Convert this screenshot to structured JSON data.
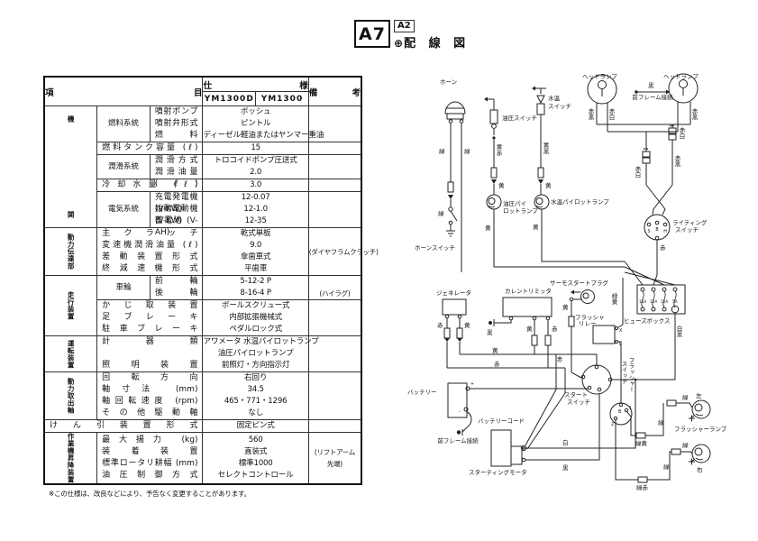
{
  "page": {
    "tag_main": "A7",
    "tag_sub": "A2",
    "mark": "⊕",
    "title": "配 線 図"
  },
  "table": {
    "header": {
      "item": "項目",
      "spec": "仕様",
      "model_d": "YM1300D",
      "model": "YM1300",
      "remarks": "備考"
    },
    "rows": [
      {
        "sec": "機関",
        "sub": "燃料系統",
        "i0": "噴射ポンプ",
        "i1": "噴射弁形式",
        "i2": "燃料",
        "v0": "ボッシュ",
        "v1": "ピントル",
        "v2": "ディーゼル軽油またはヤンマー重油"
      },
      {
        "i0": "燃料タンク容量 (ℓ)",
        "v0": "15"
      },
      {
        "sub": "潤滑系統",
        "i0": "潤滑方式",
        "i1": "潤滑油量 (ℓ)",
        "v0": "トロコイドポンプ圧送式",
        "v1": "2.0"
      },
      {
        "i0": "冷却水量 (ℓ)",
        "v0": "3.0"
      },
      {
        "sub": "電気系統",
        "i0": "充電発電機 (V-KW)",
        "i1": "始動電動機 (V-KW)",
        "i2": "蓄電池 (V-AH)",
        "v0": "12-0.07",
        "v1": "12-1.0",
        "v2": "12-35"
      },
      {
        "sec": "動力伝達部",
        "i0": "主クラッチ",
        "i1": "変速機潤滑油量 (ℓ)",
        "i2": "差動装置形式",
        "i3": "終減速機形式",
        "v0": "乾式単板",
        "v1": "9.0",
        "v2": "傘歯車式",
        "v3": "平歯車",
        "r0": "(ダイヤフラムクラッチ)"
      },
      {
        "sec": "走行装置",
        "sub": "車輪",
        "i0": "前輪",
        "i1": "後輪",
        "v0": "5-12-2 P",
        "v1": "8-16-4 P",
        "r1": "(ハイラグ)"
      },
      {
        "i0": "かじ取装置",
        "i1": "足ブレーキ",
        "i2": "駐車ブレーキ",
        "v0": "ボールスクリュー式",
        "v1": "内部拡張機械式",
        "v2": "ペダルロック式"
      },
      {
        "sec": "運転装置",
        "i0": "計器類",
        "i2": "照明装置",
        "v0": "アワメータ 水温パイロットランプ",
        "v1": "油圧パイロットランプ",
        "v2": "前照灯・方向指示灯"
      },
      {
        "sec": "動力取出軸",
        "i0": "回転方向",
        "i1": "軸寸法 (mm)",
        "i2": "軸回転速度 (rpm)",
        "i3": "その他駆動軸",
        "v0": "右回り",
        "v1": "34.5",
        "v2": "465・771・1296",
        "v3": "なし"
      },
      {
        "i0": "けん引装置形式",
        "v0": "固定ピン式"
      },
      {
        "sec": "作業機昇降装置",
        "i0": "最大揚力 (kg)",
        "i1": "装着装置",
        "i2": "標準ロータリ耕幅 (mm)",
        "i3": "油圧制御方式",
        "v0": "560",
        "v1": "直装式",
        "v2": "標準1000",
        "v3": "セレクトコントロール",
        "r0": "(リフトアーム",
        "r1": "先端)"
      }
    ],
    "footnote": "※この仕様は、改良などにより、予告なく変更することがあります。"
  },
  "diagram": {
    "labels": {
      "horn": "ホーン",
      "horn_switch": "ホーンスイッチ",
      "g1": "緑",
      "g2": "緑",
      "g3": "緑",
      "oil_switch": "油圧スイッチ",
      "yr": "黄赤",
      "y1": "黄",
      "oil_lamp1": "油圧パイ",
      "oil_lamp2": "ロットランプ",
      "y2": "黄",
      "water_switch1": "水温",
      "water_switch2": "スイッチ",
      "yb": "黄黒",
      "y3": "黄",
      "water_lamp": "水温パイロットランプ",
      "y4": "黄",
      "headlamp_l": "ヘッドランプ",
      "headlamp_r": "ヘッドランプ",
      "b1": "黒",
      "frame1": "前フレーム接続",
      "rb1": "赤黒",
      "rw1": "赤白",
      "rb2": "赤黒",
      "rw2": "赤白",
      "rw3": "赤白",
      "rb3": "赤黒",
      "lighting1": "ライティング",
      "lighting2": "スイッチ",
      "ts": "S",
      "tb": "B",
      "th": "H",
      "r1": "赤",
      "fusebox": "ヒューズボックス",
      "f1": "15A",
      "f2": "10A",
      "f3": "10A",
      "f4": "5A",
      "gy1": "緑黄",
      "wb": "白黒",
      "thermo": "サーモスタートプラグ",
      "y5": "黄",
      "relay1": "フラッシャ",
      "relay2": "リレー",
      "tx": "X",
      "tl": "L",
      "generator": "ジェネレータ",
      "r2": "赤",
      "y6": "黄",
      "limiter": "カレントリミッタ",
      "b2": "黒",
      "y7": "黄",
      "r3": "赤",
      "y8": "黄",
      "r4": "赤",
      "r5": "赤",
      "battery": "バッテリー",
      "bplus": "+",
      "bminus": "-",
      "cord": "バッテリーコード",
      "frame2": "前フレーム接続",
      "starter": "スターティングモータ",
      "w1": "白",
      "b3": "黒",
      "start1": "スタート",
      "start2": "スイッチ",
      "fsw1": "フラッシャー",
      "fsw2": "スイッチ",
      "tfb": "B",
      "tf1": "1",
      "tf2": "2",
      "left": "左",
      "right": "右",
      "flasher_lamp": "フラッシャーランプ",
      "g4": "緑",
      "g5": "緑",
      "g6": "緑",
      "g7": "緑",
      "gy2": "緑黄",
      "gr": "緑赤"
    }
  }
}
